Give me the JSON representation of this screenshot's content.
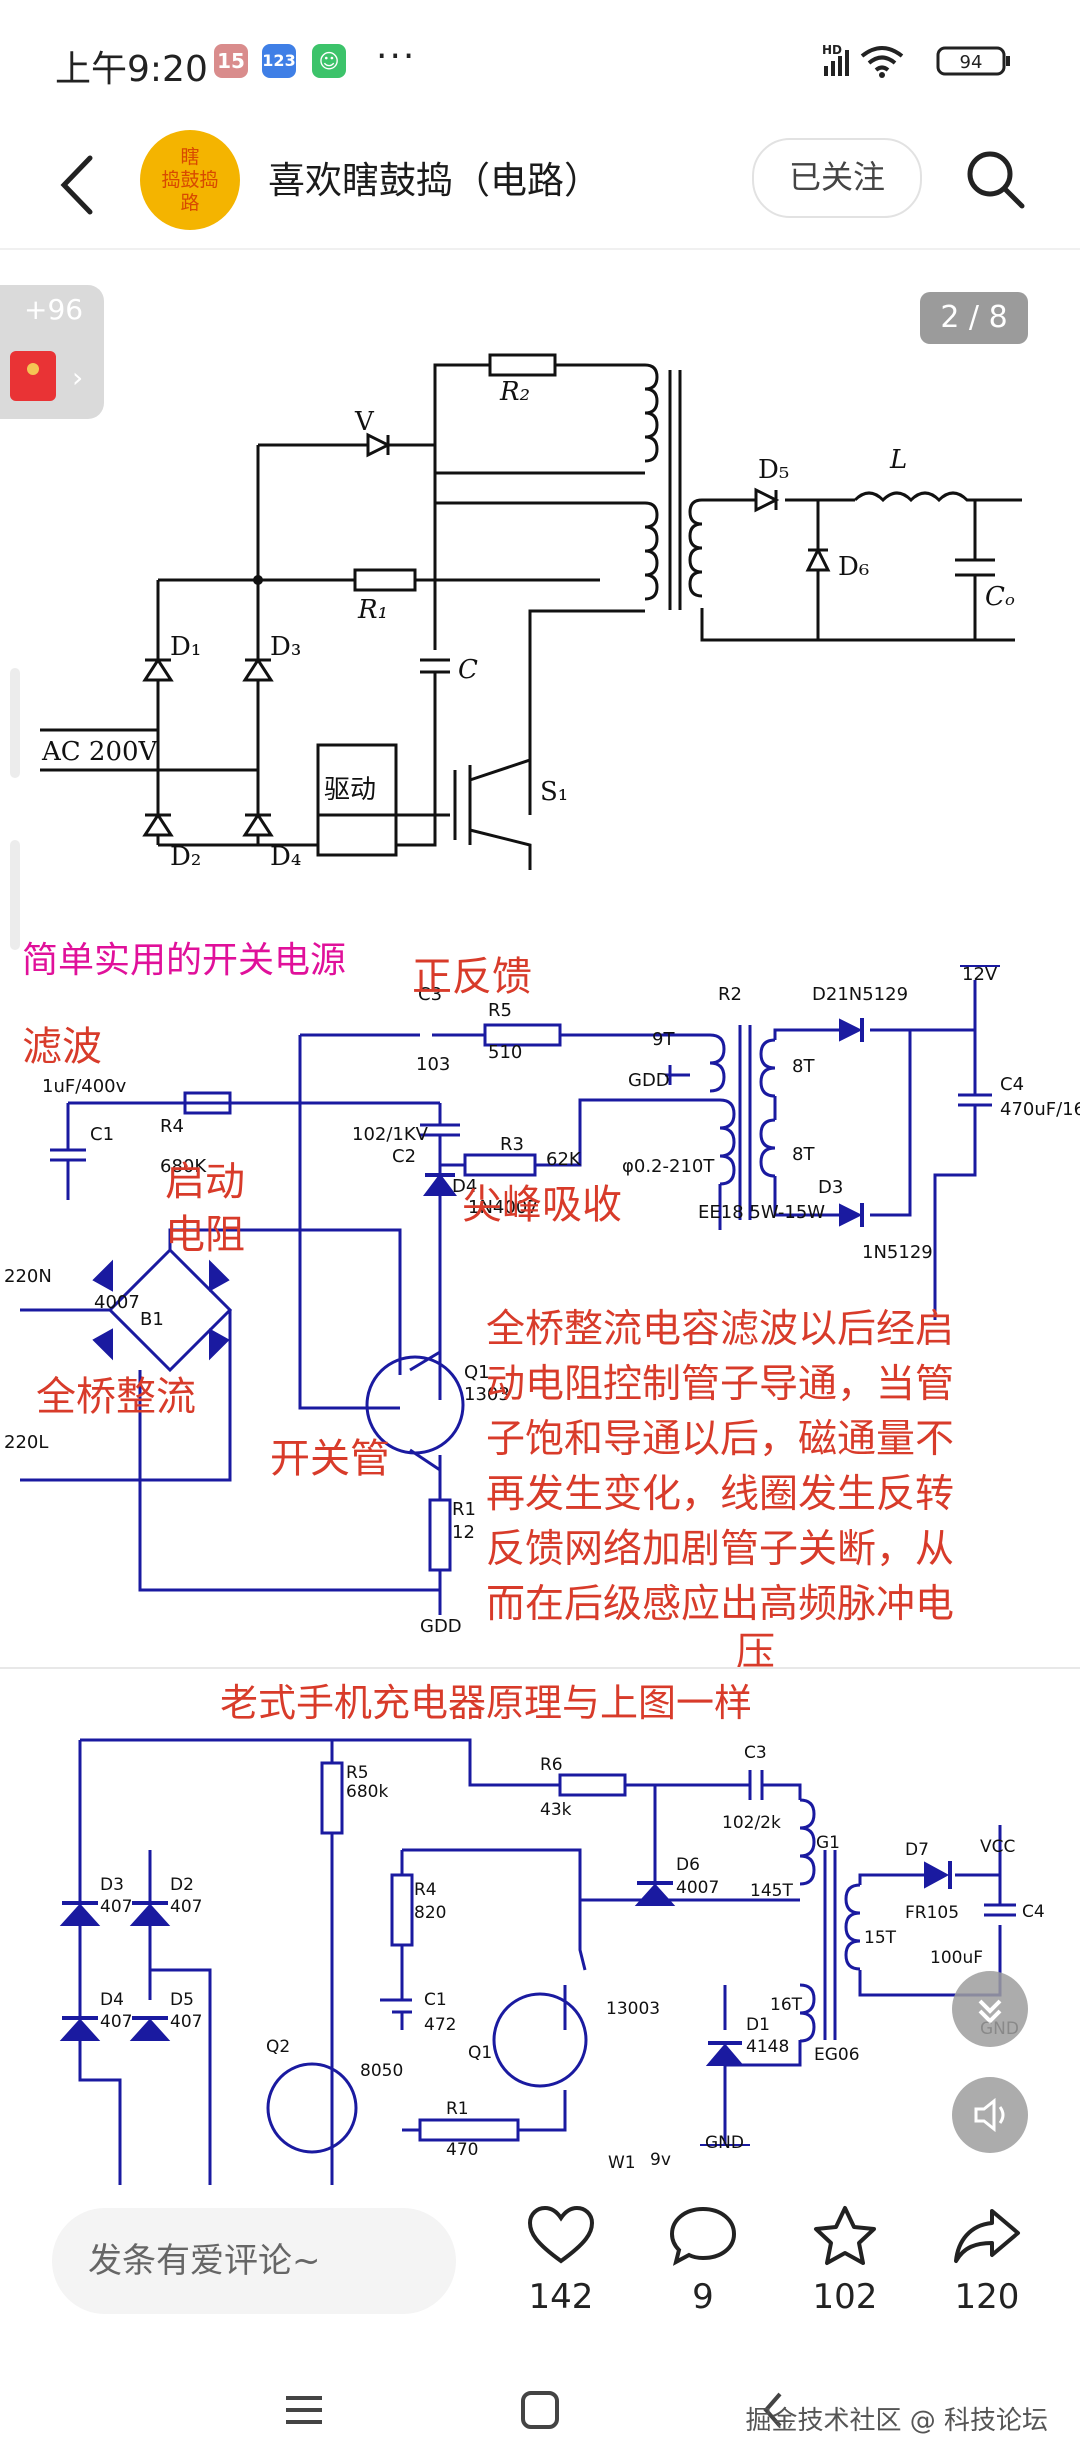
{
  "status": {
    "time": "上午9:20",
    "icons": [
      {
        "name": "calendar-15-icon",
        "text": "15",
        "color": "#e57373"
      },
      {
        "name": "123-app-icon",
        "text": "123",
        "color": "#3f7fe6"
      },
      {
        "name": "chat-app-icon",
        "text": "☺",
        "color": "#3cc36a"
      }
    ],
    "more": "···",
    "network": "HD",
    "battery": "94"
  },
  "header": {
    "avatar_text_lines": [
      "瞎",
      "捣鼓捣",
      "路"
    ],
    "title": "喜欢瞎鼓捣（电路）",
    "follow_label": "已关注"
  },
  "overlay": {
    "reward_points": "+96",
    "pager": "2 / 8"
  },
  "circuit1": {
    "labels": {
      "R2": "R₂",
      "V": "V",
      "D1": "D₁",
      "D3": "D₃",
      "R1": "R₁",
      "C": "C",
      "D2": "D₂",
      "D4": "D₄",
      "ac": "AC 200V",
      "drive": "驱动",
      "S1": "S₁",
      "D5": "D₅",
      "D6": "D₆",
      "L": "L",
      "Co": "Cₒ"
    }
  },
  "circuit2": {
    "annotations": {
      "title": "简单实用的开关电源",
      "positive_feedback": "正反馈",
      "filter": "滤波",
      "startup_resistor_1": "启动",
      "startup_resistor_2": "电阻",
      "spike_absorb": "尖峰吸收",
      "full_bridge": "全桥整流",
      "switch_tube": "开关管"
    },
    "description_lines": [
      "全桥整流电容滤波以后经启",
      "动电阻控制管子导通，当管",
      "子饱和导通以后，磁通量不",
      "再发生变化，线圈发生反转",
      "反馈网络加剧管子关断，从",
      "而在后级感应出高频脉冲电",
      "压"
    ],
    "labels": {
      "C3": "C3",
      "R5": "R5",
      "v510": "510",
      "v103": "103",
      "R2": "R2",
      "D2": "D21N5129",
      "v12V": "12V",
      "v9T": "9T",
      "gnd": "GDD",
      "v8T_a": "8T",
      "v8T_b": "8T",
      "C4": "C4",
      "v470": "470uF/16",
      "c1_val": "1uF/400v",
      "C1": "C1",
      "R4": "R4",
      "v680": "680K",
      "v102": "102/1KV",
      "C2": "C2",
      "R3": "R3",
      "v62k": "62K",
      "coil": "φ0.2-210T",
      "D3": "D3",
      "D4": "D4",
      "v1N4007": "1N4007",
      "EE18": "EE18 5W-15W",
      "v1N5129": "1N5129",
      "v220N": "220N",
      "v4007": "4007",
      "B1": "B1",
      "v220L": "220L",
      "Q1": "Q1",
      "v1303": "1303",
      "R1": "R1",
      "v12": "12"
    }
  },
  "circuit3": {
    "title": "老式手机充电器原理与上图一样",
    "labels": {
      "R5": "R5",
      "v680k": "680k",
      "R6": "R6",
      "v43k": "43k",
      "C3": "C3",
      "v102_2k": "102/2k",
      "D3": "D3",
      "D2": "D2",
      "v407a": "407",
      "v407b": "407",
      "R4": "R4",
      "v820": "820",
      "D6": "D6",
      "v4007": "4007",
      "v145T": "145T",
      "G1": "G1",
      "D7": "D7",
      "VCC": "VCC",
      "FR105": "FR105",
      "v15T": "15T",
      "C4": "C4",
      "v100uF": "100uF",
      "D4": "D4",
      "D5": "D5",
      "v407c": "407",
      "v407d": "407",
      "C1": "C1",
      "v472": "472",
      "v13003": "13003",
      "v16T": "16T",
      "D1": "D1",
      "v4148": "4148",
      "EG06": "EG06",
      "GND": "GND",
      "Q2": "Q2",
      "v8050": "8050",
      "Q1": "Q1",
      "R1": "R1",
      "v470": "470",
      "W1": "W1",
      "v9v": "9v"
    }
  },
  "bottom": {
    "comment_placeholder": "发条有爱评论~",
    "likes": "142",
    "comments": "9",
    "stars": "102",
    "shares": "120"
  },
  "watermark": "掘金技术社区 @ 科技论坛"
}
